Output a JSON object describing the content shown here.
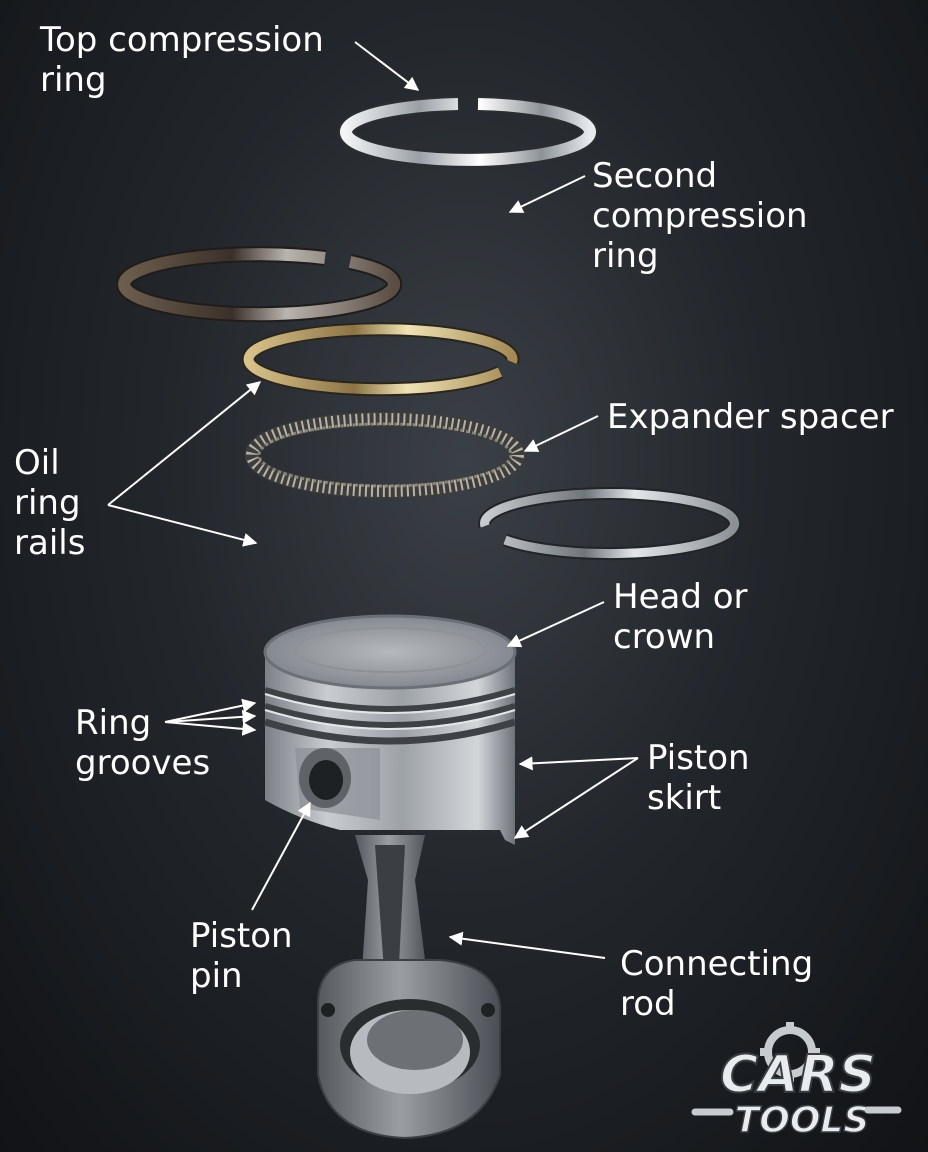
{
  "labels": {
    "top_compression_ring": [
      "Top compression",
      "ring"
    ],
    "second_compression_ring": [
      "Second",
      "compression",
      "ring"
    ],
    "oil_ring_rails": [
      "Oil",
      "ring",
      "rails"
    ],
    "expander_spacer": [
      "Expander spacer"
    ],
    "head_or_crown": [
      "Head or",
      "crown"
    ],
    "ring_grooves": [
      "Ring",
      "grooves"
    ],
    "piston_skirt": [
      "Piston",
      "skirt"
    ],
    "piston_pin": [
      "Piston",
      "pin"
    ],
    "connecting_rod": [
      "Connecting",
      "rod"
    ]
  },
  "logo": {
    "line1": "CARS",
    "line2": "TOOLS"
  },
  "colors": {
    "background": "#1b1e22",
    "label_text": "#ffffff",
    "arrow": "#ffffff",
    "ring_chrome": "#d9dde2",
    "ring_dark": "#4a4038",
    "ring_gold": "#b8a06a",
    "metal": "#a9adb2"
  }
}
